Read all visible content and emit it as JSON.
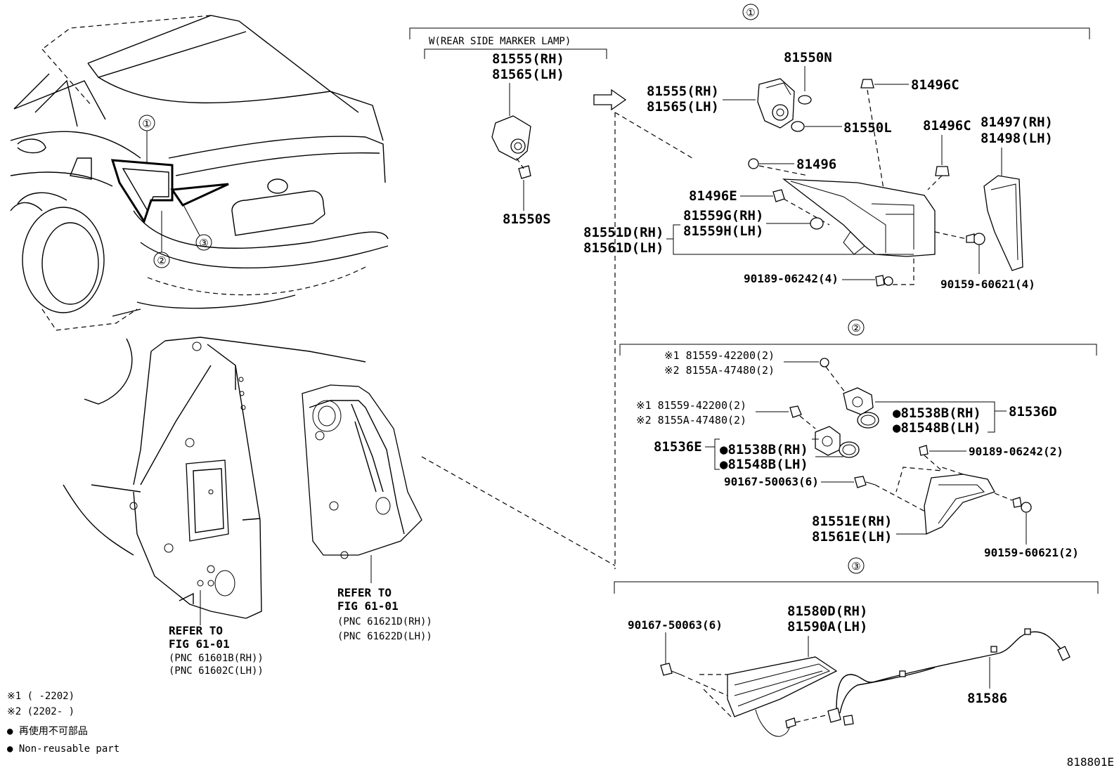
{
  "diagram_id": "818801E",
  "callouts": {
    "c1": "①",
    "c2": "②",
    "c3": "③"
  },
  "section1": {
    "inset_title": "W(REAR SIDE MARKER LAMP)",
    "inset_socket_rh": "81555(RH)",
    "inset_socket_lh": "81565(LH)",
    "inset_bulb": "81550S",
    "bulb_n": "81550N",
    "socket_rh": "81555(RH)",
    "socket_lh": "81565(LH)",
    "clip_c_top": "81496C",
    "bulb_l": "81550L",
    "clip_c": "81496C",
    "cover_rh": "81497(RH)",
    "cover_lh": "81498(LH)",
    "clip": "81496",
    "clip_e": "81496E",
    "socket_g_rh": "81559G(RH)",
    "socket_h_lh": "81559H(LH)",
    "lamp_rh": "81551D(RH)",
    "lamp_lh": "81561D(LH)",
    "nut": "90189-06242(4)",
    "screw": "90159-60621(4)"
  },
  "section2": {
    "bulb1_a": "※1 81559-42200(2)",
    "bulb1_b": "※2 8155A-47480(2)",
    "bulb2_a": "※1 81559-42200(2)",
    "bulb2_b": "※2 8155A-47480(2)",
    "gasket_rh_1": "●81538B(RH)",
    "gasket_lh_1": "●81548B(LH)",
    "socket_d": "81536D",
    "socket_e": "81536E",
    "gasket_rh_2": "●81538B(RH)",
    "gasket_lh_2": "●81548B(LH)",
    "nut": "90189-06242(2)",
    "screw_left": "90167-50063(6)",
    "lamp_rh": "81551E(RH)",
    "lamp_lh": "81561E(LH)",
    "screw_right": "90159-60621(2)"
  },
  "section3": {
    "screw": "90167-50063(6)",
    "lamp_rh": "81580D(RH)",
    "lamp_lh": "81590A(LH)",
    "wire": "81586"
  },
  "refer_left": {
    "line1": "REFER TO",
    "line2": "FIG 61-01",
    "line3": "(PNC 61601B(RH))",
    "line4": "(PNC 61602C(LH))"
  },
  "refer_right": {
    "line1": "REFER TO",
    "line2": "FIG 61-01",
    "line3": "(PNC 61621D(RH))",
    "line4": "(PNC 61622D(LH))"
  },
  "legend": {
    "note1": "※1 (      -2202)",
    "note2": "※2 (2202-      )",
    "jp": "● 再使用不可部品",
    "en": "● Non-reusable part"
  }
}
